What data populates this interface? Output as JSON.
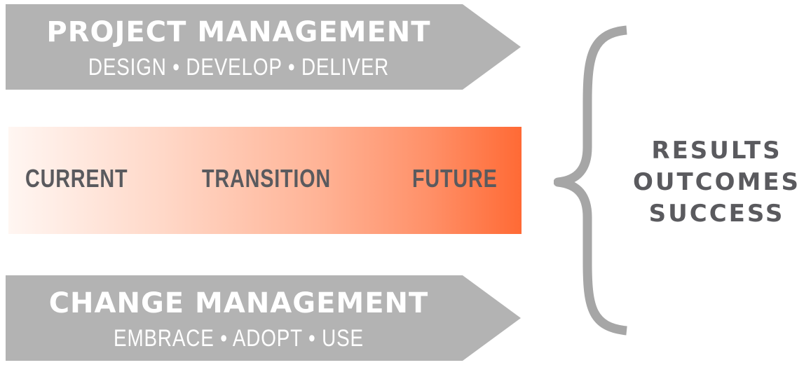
{
  "project_management": {
    "title": "PROJECT MANAGEMENT",
    "subtitle": "DESIGN • DEVELOP • DELIVER"
  },
  "stages": {
    "current": "CURRENT",
    "transition": "TRANSITION",
    "future": "FUTURE"
  },
  "change_management": {
    "title": "CHANGE MANAGEMENT",
    "subtitle": "EMBRACE • ADOPT • USE"
  },
  "results": {
    "line1": "RESULTS",
    "line2": "OUTCOMES",
    "line3": "SUCCESS"
  },
  "colors": {
    "arrow_gray": "#b3b3b3",
    "text_dark": "#5a5a5e",
    "brace_gray": "#a6a6a6",
    "gradient_start": "#fff6f2",
    "gradient_end": "#ff6a35"
  }
}
